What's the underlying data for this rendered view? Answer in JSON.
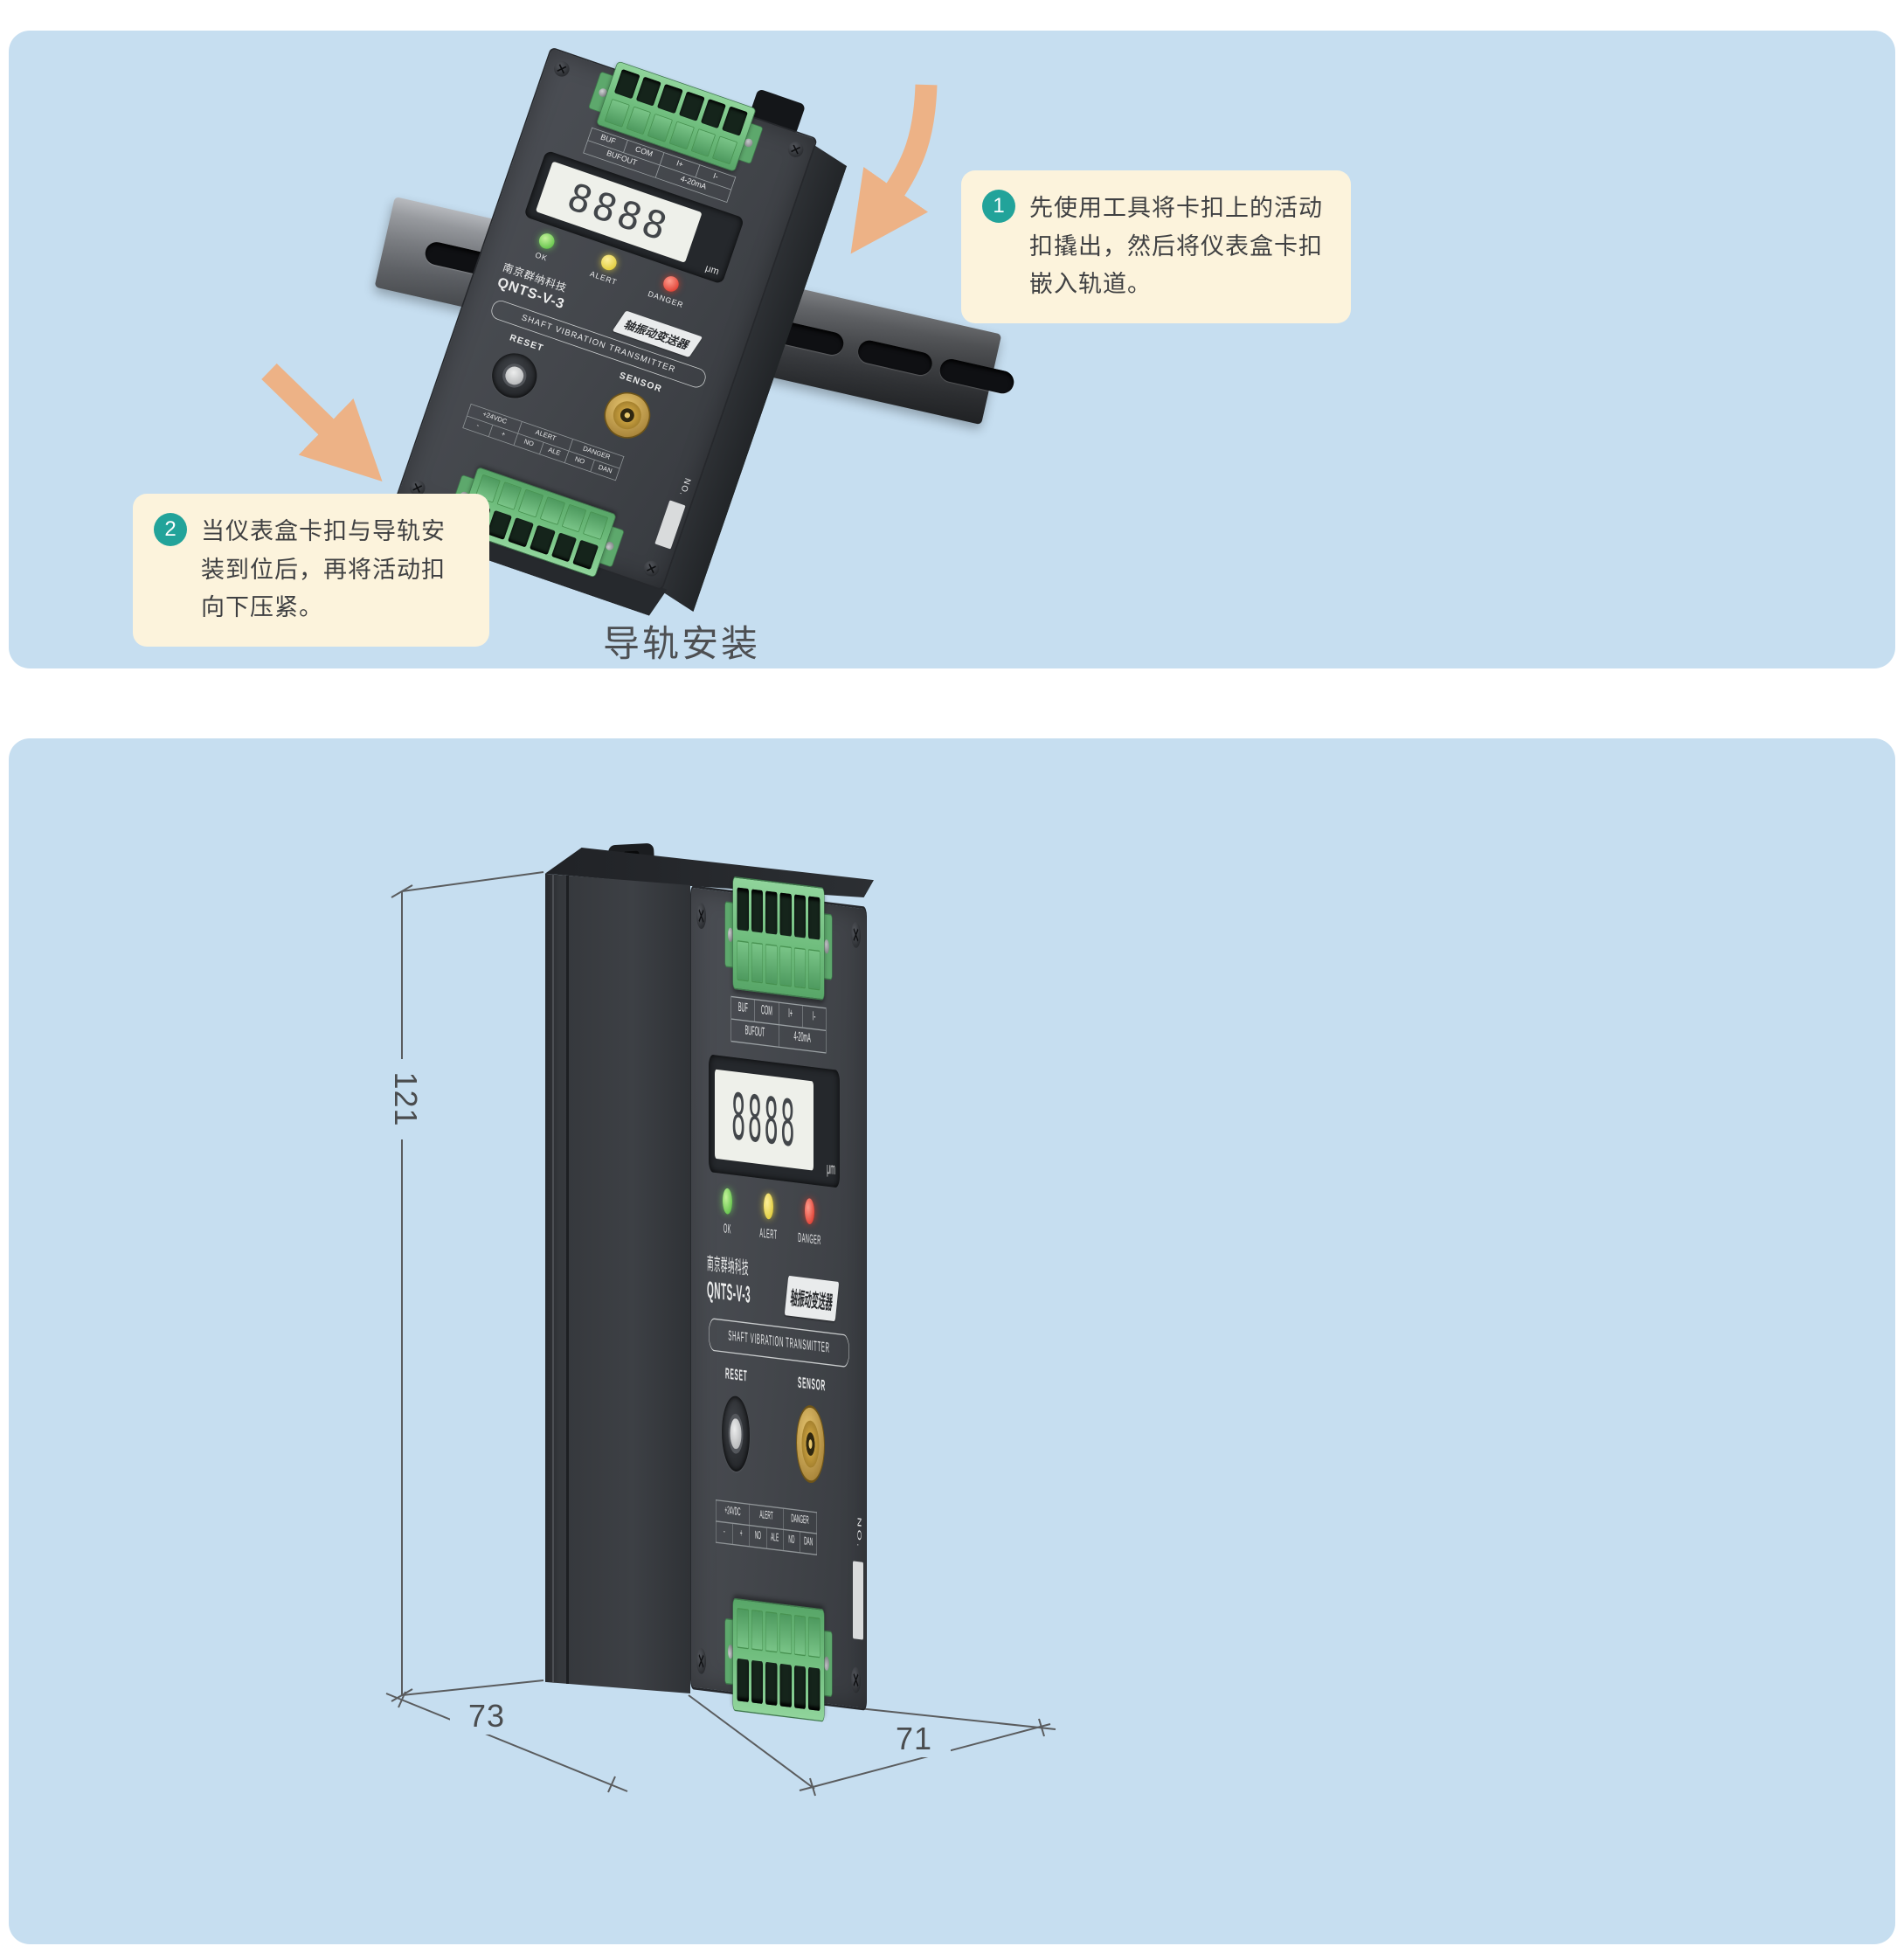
{
  "colors": {
    "panel": "#c6def0",
    "callout": "#fcf3dc",
    "accent": "#22a39a",
    "arrow": "#edb286",
    "ink": "#3f4042"
  },
  "top_panel": {
    "caption": "导轨安装",
    "callouts": [
      {
        "number": "1",
        "text": "先使用工具将卡扣上的活动扣撬出，然后将仪表盒卡扣嵌入轨道。"
      },
      {
        "number": "2",
        "text": "当仪表盒卡扣与导轨安装到位后，再将活动扣向下压紧。"
      }
    ]
  },
  "bottom_panel": {
    "dimensions": {
      "height": "121",
      "depth": "73",
      "width": "71"
    }
  },
  "device": {
    "brand": "南京群纳科技",
    "model": "QNTS-V-3",
    "product_badge": "轴振动变送器",
    "product_en": "SHAFT VIBRATION TRANSMITTER",
    "display_value": "8888",
    "display_unit": "μm",
    "leds": [
      {
        "label": "OK"
      },
      {
        "label": "ALERT"
      },
      {
        "label": "DANGER"
      }
    ],
    "reset_label": "RESET",
    "sensor_label": "SENSOR",
    "terminal_top": {
      "row1": [
        "BUF",
        "COM",
        "I+",
        "I-"
      ],
      "row2": [
        "BUFOUT",
        "4-20mA"
      ]
    },
    "terminal_bottom": {
      "row1": [
        "+24VDC",
        "ALERT",
        "DANGER"
      ],
      "row2": [
        "-",
        "+",
        "NO",
        "ALE",
        "NO",
        "DAN"
      ]
    },
    "serial_label": "NO."
  }
}
